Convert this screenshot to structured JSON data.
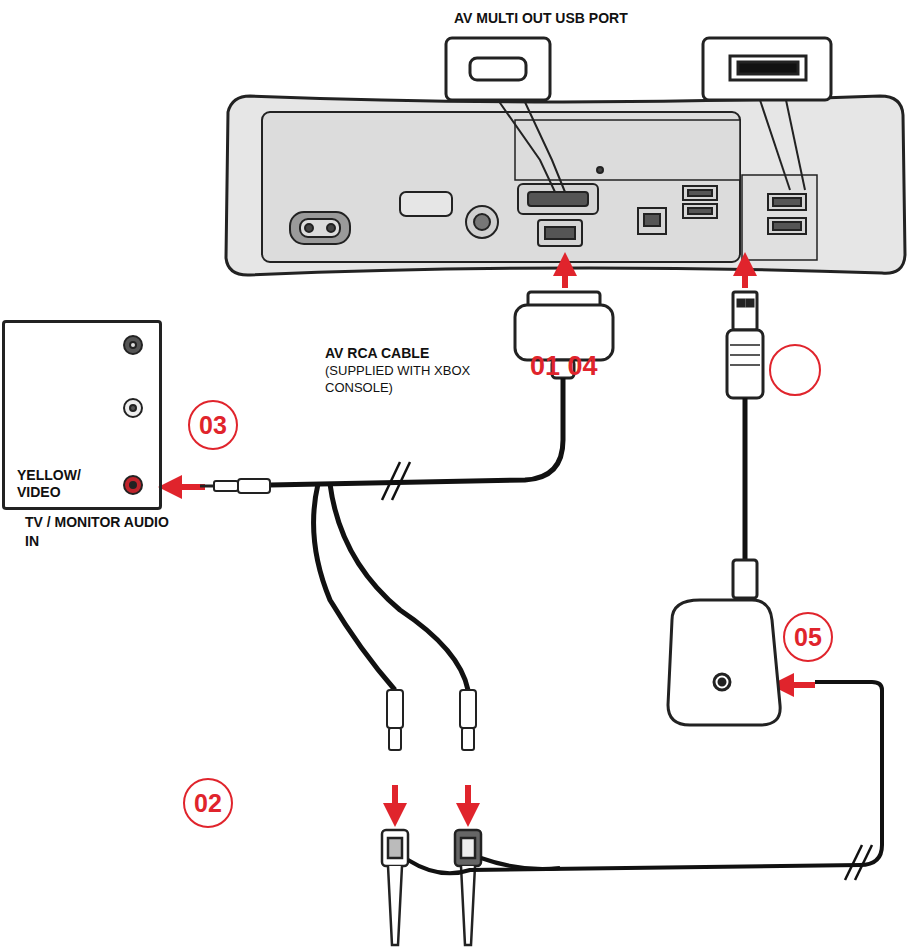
{
  "diagram": {
    "nodes": [
      {
        "text": [
          "YELLOW/ VIDEO",
          "TV / MONITOR AUDIO IN"
        ]
      },
      {
        "text": [
          "03"
        ]
      },
      {
        "text": [
          "02"
        ]
      },
      {
        "text": [
          "05"
        ]
      }
    ],
    "labels": [
      "AV MULTI OUT USB PORT",
      "AV RCA CABLE",
      "(SUPPLIED WITH XBOX CONSOLE)",
      "01 04"
    ]
  }
}
